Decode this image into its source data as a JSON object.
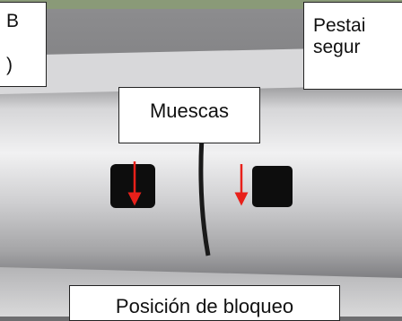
{
  "callouts": {
    "left_line1": "B",
    "left_line2": ")",
    "right_line1": "Pestai",
    "right_line2": "segur",
    "notches": "Muescas",
    "lock_position": "Posición de bloqueo"
  },
  "colors": {
    "arrow": "#e8201a",
    "notch": "#0d0d0d",
    "tube_light": "#eeeeef",
    "tube_dark": "#8f8f91",
    "background_wall": "#7a7a7c",
    "top_strip": "#8a9a78"
  }
}
